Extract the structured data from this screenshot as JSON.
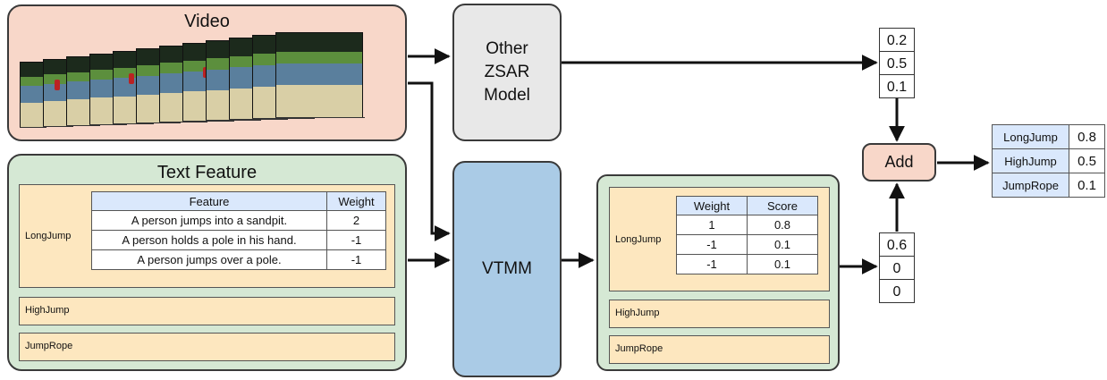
{
  "video": {
    "title": "Video"
  },
  "text_feature": {
    "title": "Text Feature",
    "classes": [
      "LongJump",
      "HighJump",
      "JumpRope"
    ],
    "table": {
      "headers": [
        "Feature",
        "Weight"
      ],
      "rows": [
        [
          "A person jumps into a sandpit.",
          "2"
        ],
        [
          "A person holds a pole in his hand.",
          "-1"
        ],
        [
          "A person jumps over a pole.",
          "-1"
        ]
      ]
    }
  },
  "other_model": {
    "lines": [
      "Other",
      "ZSAR",
      "Model"
    ]
  },
  "vtmm": {
    "label": "VTMM"
  },
  "result_panel": {
    "classes": [
      "LongJump",
      "HighJump",
      "JumpRope"
    ],
    "table": {
      "headers": [
        "Weight",
        "Score"
      ],
      "rows": [
        [
          "1",
          "0.8"
        ],
        [
          "-1",
          "0.1"
        ],
        [
          "-1",
          "0.1"
        ]
      ]
    }
  },
  "other_scores": [
    "0.2",
    "0.5",
    "0.1"
  ],
  "vtmm_scores": [
    "0.6",
    "0",
    "0"
  ],
  "add": {
    "label": "Add"
  },
  "final": [
    {
      "name": "LongJump",
      "value": "0.8"
    },
    {
      "name": "HighJump",
      "value": "0.5"
    },
    {
      "name": "JumpRope",
      "value": "0.1"
    }
  ],
  "colors": {
    "video_panel": "#f8d7c9",
    "text_panel": "#d5e8d4",
    "class_box": "#fde7bf",
    "table_header": "#dae8fc",
    "vtmm": "#aacbe6",
    "other_model": "#e8e8e8",
    "add": "#f8d7c9"
  }
}
